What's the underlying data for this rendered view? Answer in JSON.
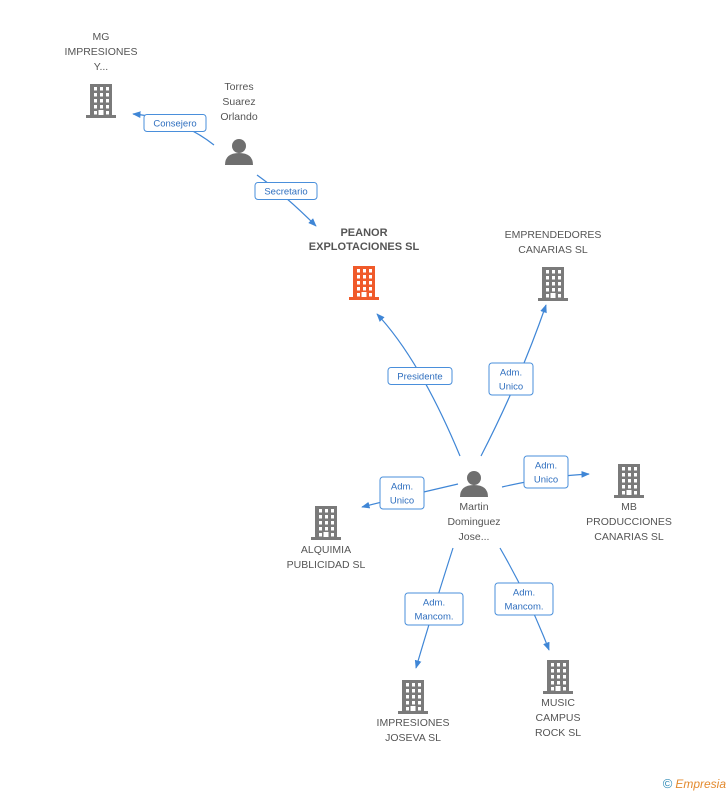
{
  "colors": {
    "edge": "#3f86d6",
    "building": "#7a7a7a",
    "focus_building": "#f05a2a",
    "person": "#6f6f6f"
  },
  "nodes": [
    {
      "id": "mg",
      "type": "company",
      "icon": "building-icon",
      "lines": [
        "MG",
        "IMPRESIONES",
        "Y..."
      ]
    },
    {
      "id": "torres",
      "type": "person",
      "icon": "person-icon",
      "lines": [
        "Torres",
        "Suarez",
        "Orlando"
      ]
    },
    {
      "id": "peanor",
      "type": "company",
      "icon": "building-icon",
      "focus": true,
      "lines": [
        "PEANOR",
        "EXPLOTACIONES SL"
      ]
    },
    {
      "id": "emprendedores",
      "type": "company",
      "icon": "building-icon",
      "lines": [
        "EMPRENDEDORES",
        "CANARIAS SL"
      ]
    },
    {
      "id": "martin",
      "type": "person",
      "icon": "person-icon",
      "lines": [
        "Martin",
        "Dominguez",
        "Jose..."
      ]
    },
    {
      "id": "alquimia",
      "type": "company",
      "icon": "building-icon",
      "lines": [
        "ALQUIMIA",
        "PUBLICIDAD SL"
      ]
    },
    {
      "id": "mb",
      "type": "company",
      "icon": "building-icon",
      "lines": [
        "MB",
        "PRODUCCIONES",
        "CANARIAS SL"
      ]
    },
    {
      "id": "impresiones",
      "type": "company",
      "icon": "building-icon",
      "lines": [
        "IMPRESIONES",
        "JOSEVA SL"
      ]
    },
    {
      "id": "music",
      "type": "company",
      "icon": "building-icon",
      "lines": [
        "MUSIC",
        "CAMPUS",
        "ROCK SL"
      ]
    }
  ],
  "edges": [
    {
      "id": "e1",
      "from": "torres",
      "to": "mg",
      "label": [
        "Consejero"
      ]
    },
    {
      "id": "e2",
      "from": "torres",
      "to": "peanor",
      "label": [
        "Secretario"
      ]
    },
    {
      "id": "e3",
      "from": "martin",
      "to": "peanor",
      "label": [
        "Presidente"
      ]
    },
    {
      "id": "e4",
      "from": "martin",
      "to": "emprendedores",
      "label": [
        "Adm.",
        "Unico"
      ]
    },
    {
      "id": "e5",
      "from": "martin",
      "to": "alquimia",
      "label": [
        "Adm.",
        "Unico"
      ]
    },
    {
      "id": "e6",
      "from": "martin",
      "to": "mb",
      "label": [
        "Adm.",
        "Unico"
      ]
    },
    {
      "id": "e7",
      "from": "martin",
      "to": "impresiones",
      "label": [
        "Adm.",
        "Mancom."
      ]
    },
    {
      "id": "e8",
      "from": "martin",
      "to": "music",
      "label": [
        "Adm.",
        "Mancom."
      ]
    }
  ],
  "footer": {
    "copyright": "©",
    "brand": "Empresia"
  }
}
